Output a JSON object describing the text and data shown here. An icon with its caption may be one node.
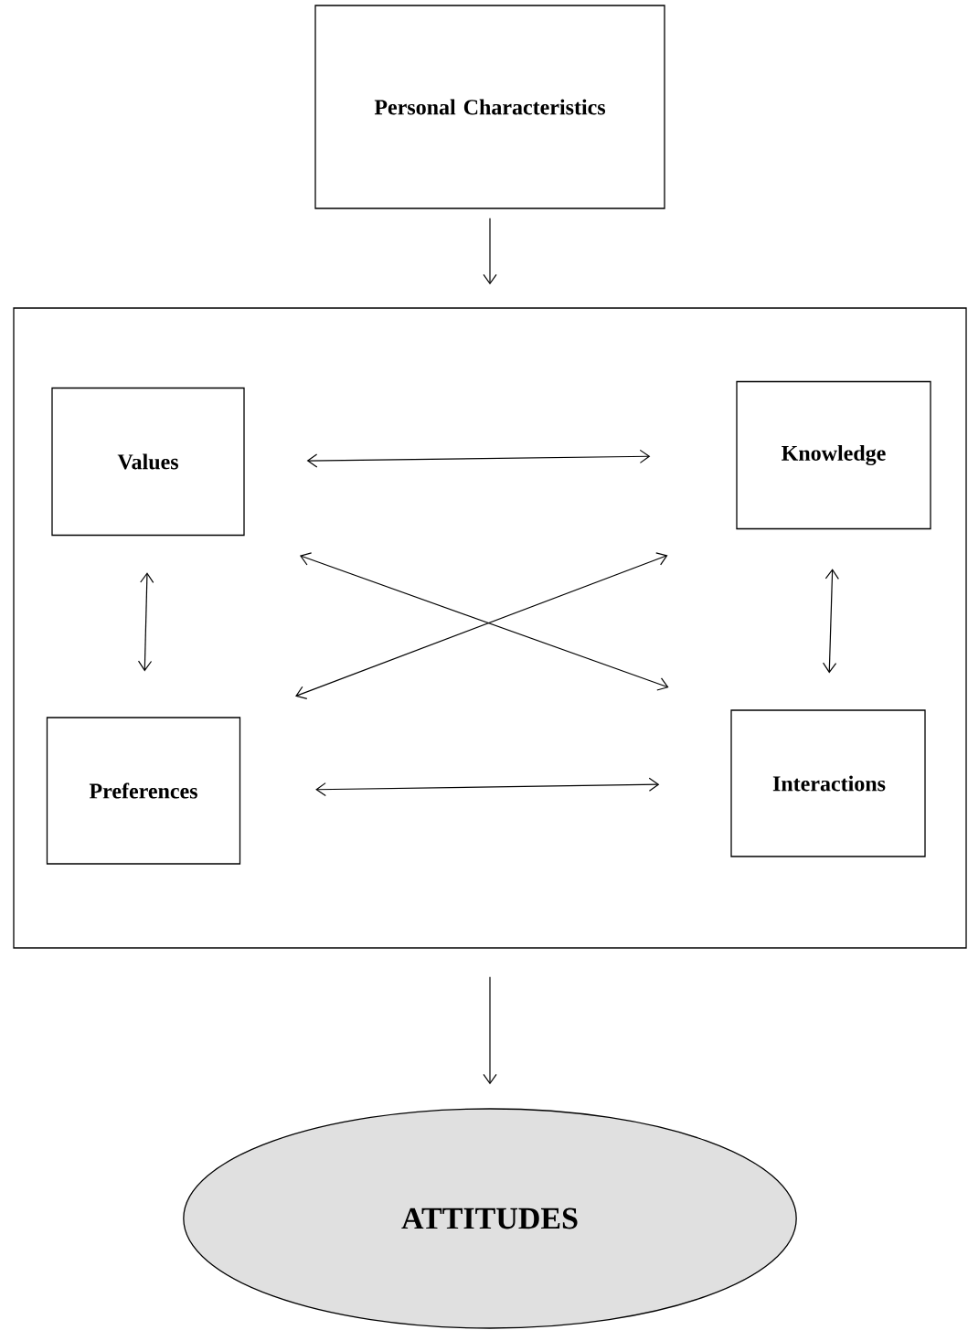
{
  "diagram": {
    "nodes": [
      {
        "text": [
          "Personal Characteristics"
        ]
      },
      {
        "text": [],
        "shape": "box"
      },
      {
        "text": [
          "Values"
        ],
        "in": 1
      },
      {
        "text": [
          "Knowledge"
        ],
        "in": 1
      },
      {
        "text": [
          "Preferences"
        ],
        "in": 1
      },
      {
        "text": [
          "Interactions"
        ],
        "in": 1
      },
      {
        "text": [
          "ATTITUDES"
        ]
      }
    ],
    "edges": [
      {
        "from": 0,
        "to": 1,
        "arrow": "to"
      },
      {
        "from": 2,
        "to": 3,
        "arrow": "both"
      },
      {
        "from": 2,
        "to": 4,
        "arrow": "both"
      },
      {
        "from": 3,
        "to": 5,
        "arrow": "both"
      },
      {
        "from": 2,
        "to": 5,
        "arrow": "both"
      },
      {
        "from": 4,
        "to": 3,
        "arrow": "both"
      },
      {
        "from": 4,
        "to": 5,
        "arrow": "both"
      },
      {
        "from": 1,
        "to": 6,
        "arrow": "to"
      }
    ]
  }
}
